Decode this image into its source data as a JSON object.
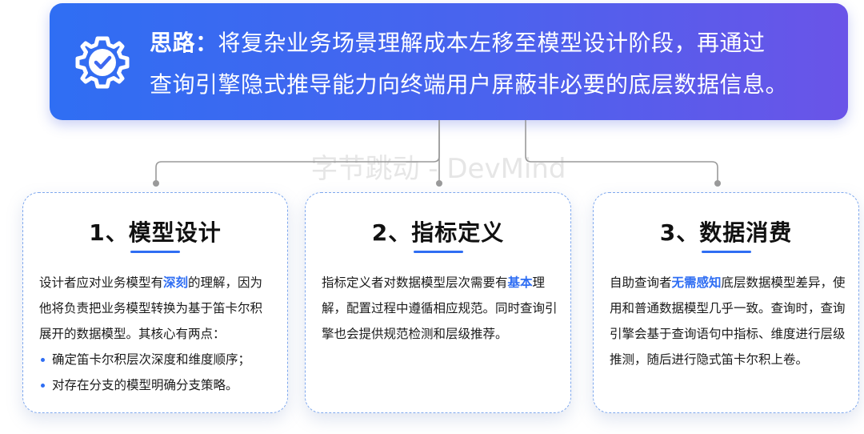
{
  "banner": {
    "icon": "gear-check-icon",
    "lead": "思路：",
    "line1": "将复杂业务场景理解成本左移至模型设计阶段，再通过",
    "line2": "查询引擎隐式推导能力向终端用户屏蔽非必要的底层数据信息。"
  },
  "watermark": "字节跳动 - DevMind",
  "colors": {
    "accent": "#2f6ef3",
    "gradient_end": "#6a54e8",
    "connector": "#9a9a9a"
  },
  "cards": [
    {
      "title": "1、模型设计",
      "body_pre": "设计者应对业务模型有",
      "body_hl": "深刻",
      "body_post": "的理解，因为他将负责把业务模型转换为基于笛卡尔积展开的数据模型。其核心有两点：",
      "bullets": [
        "确定笛卡尔积层次深度和维度顺序；",
        "对存在分支的模型明确分支策略。"
      ]
    },
    {
      "title": "2、指标定义",
      "body_pre": "指标定义者对数据模型层次需要有",
      "body_hl": "基本",
      "body_post": "理解，配置过程中遵循相应规范。同时查询引擎也会提供规范检测和层级推荐。"
    },
    {
      "title": "3、数据消费",
      "body_pre": "自助查询者",
      "body_hl": "无需感知",
      "body_post": "底层数据模型差异，使用和普通数据模型几乎一致。查询时，查询引擎会基于查询语句中指标、维度进行层级推测，随后进行隐式笛卡尔积上卷。"
    }
  ]
}
